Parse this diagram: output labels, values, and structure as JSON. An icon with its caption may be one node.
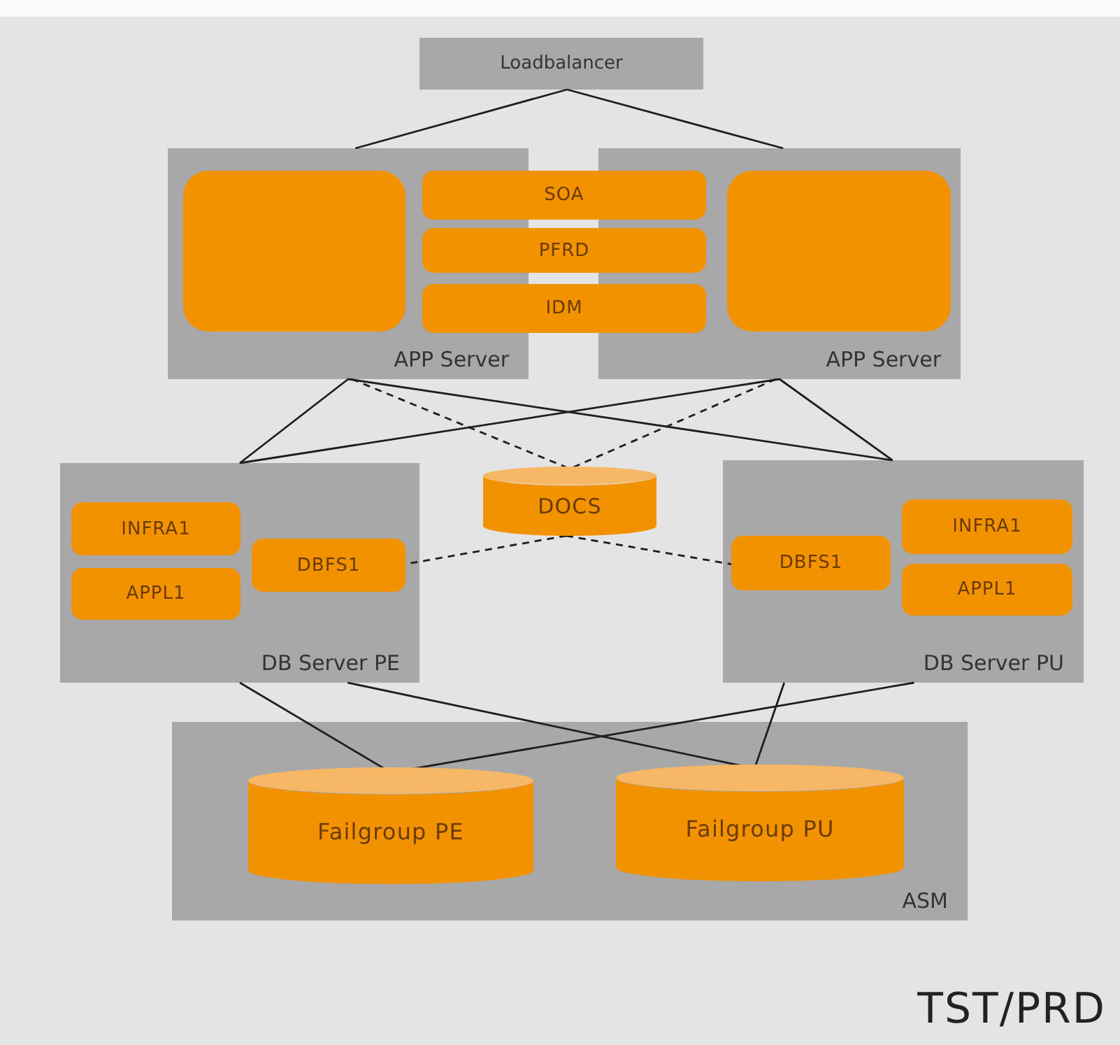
{
  "diagram": {
    "nodes": [
      {
        "text": [
          "Loadbalancer"
        ]
      },
      {
        "text": [
          "APP Server"
        ]
      },
      {
        "text": [],
        "shape": "box",
        "in": 1
      },
      {
        "text": [
          "SOA"
        ]
      },
      {
        "text": [
          "PFRD"
        ]
      },
      {
        "text": [
          "IDM"
        ]
      },
      {
        "text": [
          "APP Server"
        ]
      },
      {
        "text": [],
        "shape": "box",
        "in": 6
      },
      {
        "text": [
          "DB Server PE"
        ]
      },
      {
        "text": [
          "INFRA1"
        ],
        "in": 8
      },
      {
        "text": [
          "APPL1"
        ],
        "in": 8
      },
      {
        "text": [
          "DBFS1"
        ],
        "in": 8
      },
      {
        "text": [
          "DOCS"
        ]
      },
      {
        "text": [
          "DB Server PU"
        ]
      },
      {
        "text": [
          "DBFS1"
        ],
        "in": 13
      },
      {
        "text": [
          "INFRA1"
        ],
        "in": 13
      },
      {
        "text": [
          "APPL1"
        ],
        "in": 13
      },
      {
        "text": [
          "ASM"
        ]
      },
      {
        "text": [
          "Failgroup PE"
        ],
        "in": 17
      },
      {
        "text": [
          "Failgroup PU"
        ],
        "in": 17
      }
    ],
    "edges": [
      {
        "from": 0,
        "to": 1,
        "arrow": "none"
      },
      {
        "from": 0,
        "to": 6,
        "arrow": "none"
      },
      {
        "from": 1,
        "to": 8,
        "arrow": "none"
      },
      {
        "from": 1,
        "to": 13,
        "arrow": "none"
      },
      {
        "from": 6,
        "to": 8,
        "arrow": "none"
      },
      {
        "from": 6,
        "to": 13,
        "arrow": "none"
      },
      {
        "from": 1,
        "to": 12,
        "arrow": "none",
        "style": "dashed"
      },
      {
        "from": 6,
        "to": 12,
        "arrow": "none",
        "style": "dashed"
      },
      {
        "from": 12,
        "to": 11,
        "arrow": "none",
        "style": "dashed"
      },
      {
        "from": 12,
        "to": 14,
        "arrow": "none",
        "style": "dashed"
      },
      {
        "from": 8,
        "to": 18,
        "arrow": "none"
      },
      {
        "from": 8,
        "to": 19,
        "arrow": "none"
      },
      {
        "from": 13,
        "to": 18,
        "arrow": "none"
      },
      {
        "from": 13,
        "to": 19,
        "arrow": "none"
      }
    ],
    "labels": [
      "TST/PRD"
    ]
  }
}
